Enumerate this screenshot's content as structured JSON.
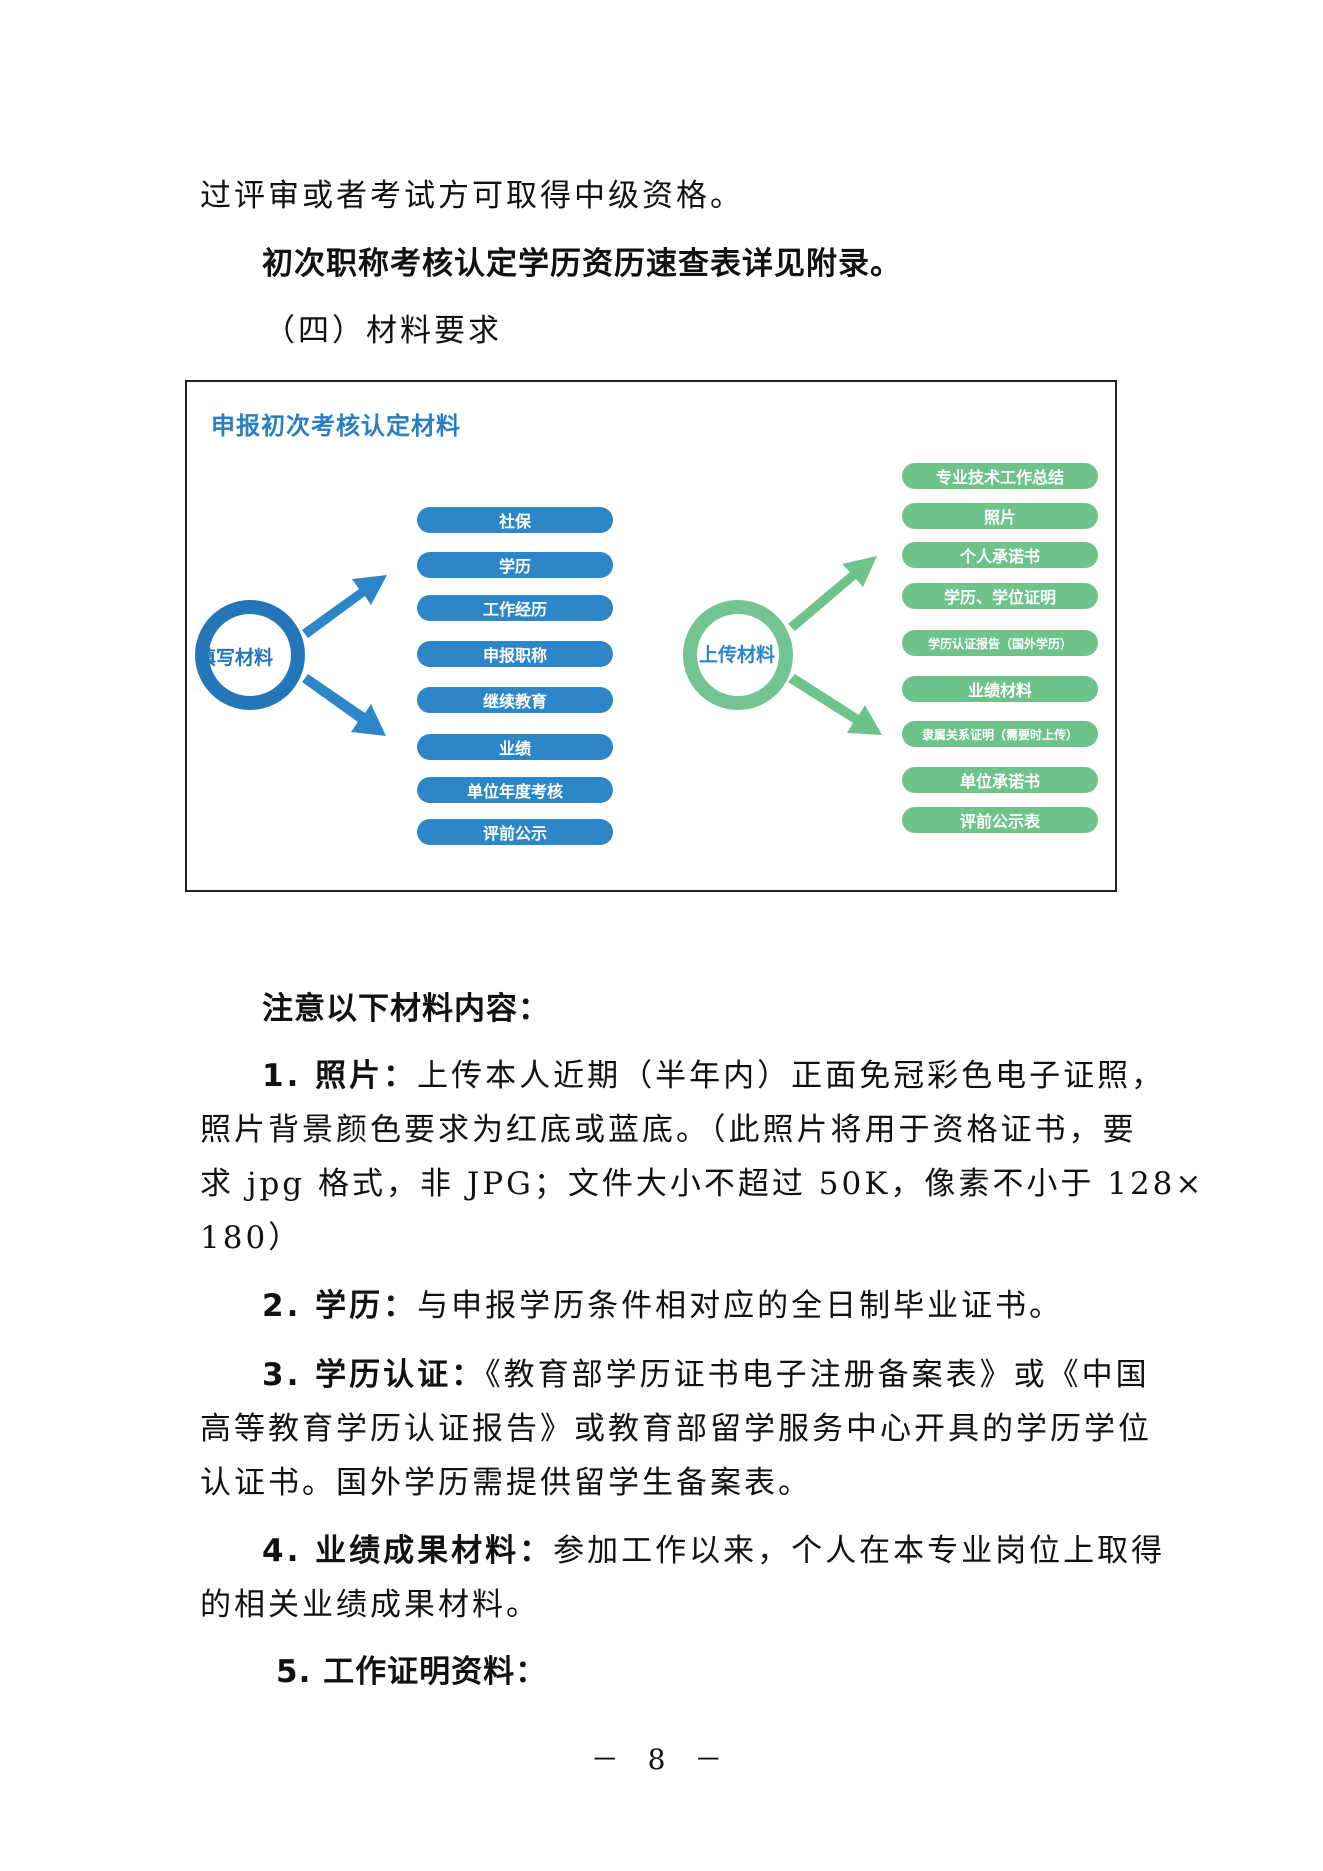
{
  "lines": {
    "l1": "过评审或者考试方可取得中级资格。",
    "l2": "初次职称考核认定学历资历速查表详见附录。",
    "l3": "（四）材料要求",
    "note_heading": "注意以下材料内容：",
    "p1_label": "1. 照片：",
    "p1_text": "上传本人近期（半年内）正面免冠彩色电子证照，",
    "p1_l2": "照片背景颜色要求为红底或蓝底。（此照片将用于资格证书，要",
    "p1_l3": "求 jpg 格式，非 JPG；文件大小不超过 50K，像素不小于 128×",
    "p1_l4": "180）",
    "p2_label": "2. 学历：",
    "p2_text": "与申报学历条件相对应的全日制毕业证书。",
    "p3_label": "3. 学历认证：",
    "p3_text": "《教育部学历证书电子注册备案表》或《中国",
    "p3_l2": "高等教育学历认证报告》或教育部留学服务中心开具的学历学位",
    "p3_l3": "认证书。国外学历需提供留学生备案表。",
    "p4_label": "4. 业绩成果材料：",
    "p4_text": "参加工作以来，个人在本专业岗位上取得",
    "p4_l2": "的相关业绩成果材料。",
    "p5_label": "5. 工作证明资料：",
    "page_number": "－ 8 －"
  },
  "figure": {
    "title": "申报初次考核认定材料",
    "fill_label": "填写材料",
    "upload_label": "上传材料",
    "fill_items": [
      "社保",
      "学历",
      "工作经历",
      "申报职称",
      "继续教育",
      "业绩",
      "单位年度考核",
      "评前公示"
    ],
    "upload_items": [
      "专业技术工作总结",
      "照片",
      "个人承诺书",
      "学历、学位证明",
      "学历认证报告（国外学历）",
      "业绩材料",
      "隶属关系证明（需要时上传）",
      "单位承诺书",
      "评前公示表"
    ],
    "colors": {
      "blue": "#2d86c7",
      "green": "#6ec38b",
      "title": "#2a7fc0"
    }
  }
}
